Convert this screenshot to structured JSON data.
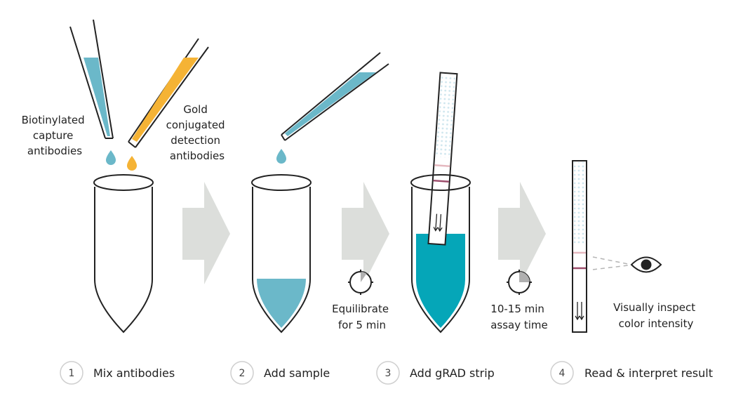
{
  "labels": {
    "capture_line1": "Biotinylated",
    "capture_line2": "capture",
    "capture_line3": "antibodies",
    "gold_line1": "Gold",
    "gold_line2": "conjugated",
    "gold_line3": "detection",
    "gold_line4": "antibodies",
    "equilibrate_line1": "Equilibrate",
    "equilibrate_line2": "for 5 min",
    "assay_line1": "10-15 min",
    "assay_line2": "assay time",
    "inspect_line1": "Visually inspect",
    "inspect_line2": "color intensity"
  },
  "steps": [
    {
      "number": "1",
      "label": "Mix antibodies"
    },
    {
      "number": "2",
      "label": "Add sample"
    },
    {
      "number": "3",
      "label": "Add gRAD strip"
    },
    {
      "number": "4",
      "label": "Read & interpret result"
    }
  ],
  "colors": {
    "outline": "#222222",
    "capture_blue": "#6bb8c9",
    "gold": "#f5b335",
    "sample_blue": "#6bb8c9",
    "buffer_teal": "#05a6b8",
    "arrow_grey": "#dcdedb",
    "test_line": "#e5b8bf",
    "control_line": "#9c4c6b",
    "circle_grey": "#cfcfcf",
    "timer_fill": "#b0b0b0"
  },
  "icons": {
    "timer": "timer-icon",
    "eye": "eye-icon"
  }
}
